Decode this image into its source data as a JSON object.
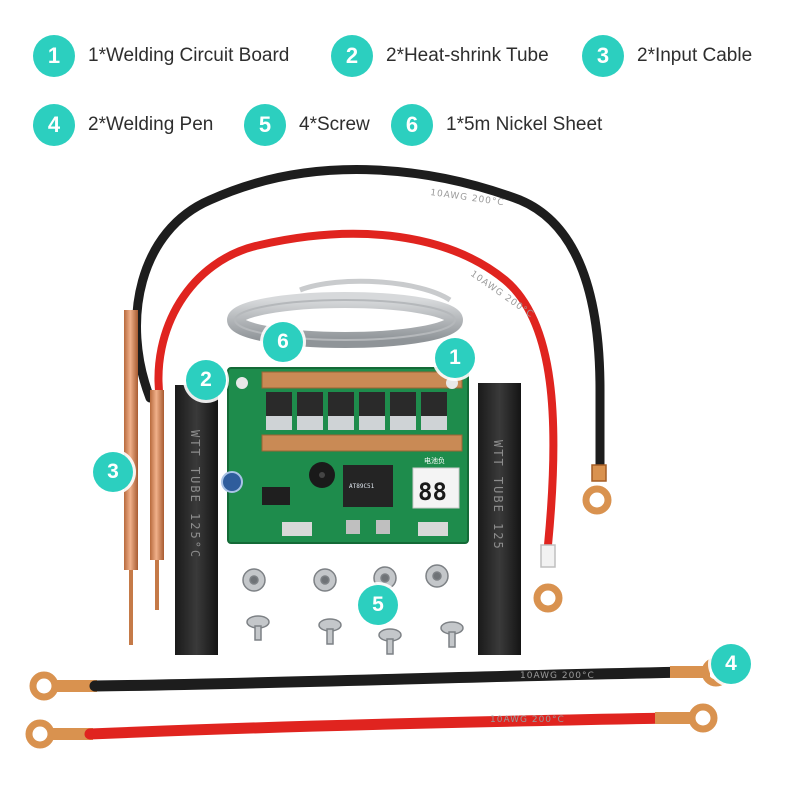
{
  "legend": [
    {
      "number": "1",
      "label": "1*Welding Circuit Board"
    },
    {
      "number": "2",
      "label": "2*Heat-shrink Tube"
    },
    {
      "number": "3",
      "label": "2*Input Cable"
    },
    {
      "number": "4",
      "label": "2*Welding Pen"
    },
    {
      "number": "5",
      "label": "4*Screw"
    },
    {
      "number": "6",
      "label": "1*5m Nickel Sheet"
    }
  ],
  "callouts": [
    {
      "number": "6"
    },
    {
      "number": "1"
    },
    {
      "number": "2"
    },
    {
      "number": "3"
    },
    {
      "number": "5"
    },
    {
      "number": "4"
    }
  ],
  "print": {
    "cable_marking": "10AWG 200°C",
    "tube_marking_left": "WTT TUBE 125°C",
    "tube_marking_right": "WTT TUBE 125",
    "chip_marking": "AT89C51",
    "display_digits": "88",
    "pcb_label": "电池负"
  },
  "colors": {
    "accent": "#2ccfbf",
    "red_wire": "#e0241f",
    "black_wire": "#1d1d1d",
    "pcb_green": "#1e8c4c",
    "copper": "#d98a5a"
  }
}
